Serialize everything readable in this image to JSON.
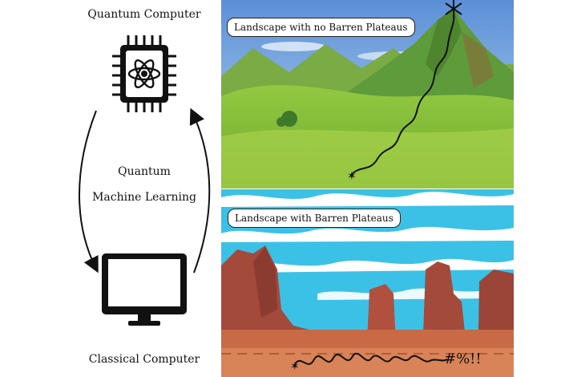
{
  "labels": {
    "quantum_computer": "Quantum Computer",
    "qml_line1": "Quantum",
    "qml_line2": "Machine Learning",
    "classical_computer": "Classical Computer"
  },
  "landscapes": {
    "top_caption": "Landscape with no Barren Plateaus",
    "bottom_caption": "Landscape with Barren Plateaus",
    "bottom_scribble": "#%!!"
  },
  "colors": {
    "sky_top": "#7fb0e6",
    "grass": "#8cc63e",
    "mountain": "#5e9b3a",
    "sky_bottom": "#3fc4e8",
    "rock": "#a34a3b",
    "ground": "#c86a45"
  },
  "icons": [
    "cpu-atom-icon",
    "monitor-icon",
    "cycle-arrow-up",
    "cycle-arrow-down"
  ]
}
